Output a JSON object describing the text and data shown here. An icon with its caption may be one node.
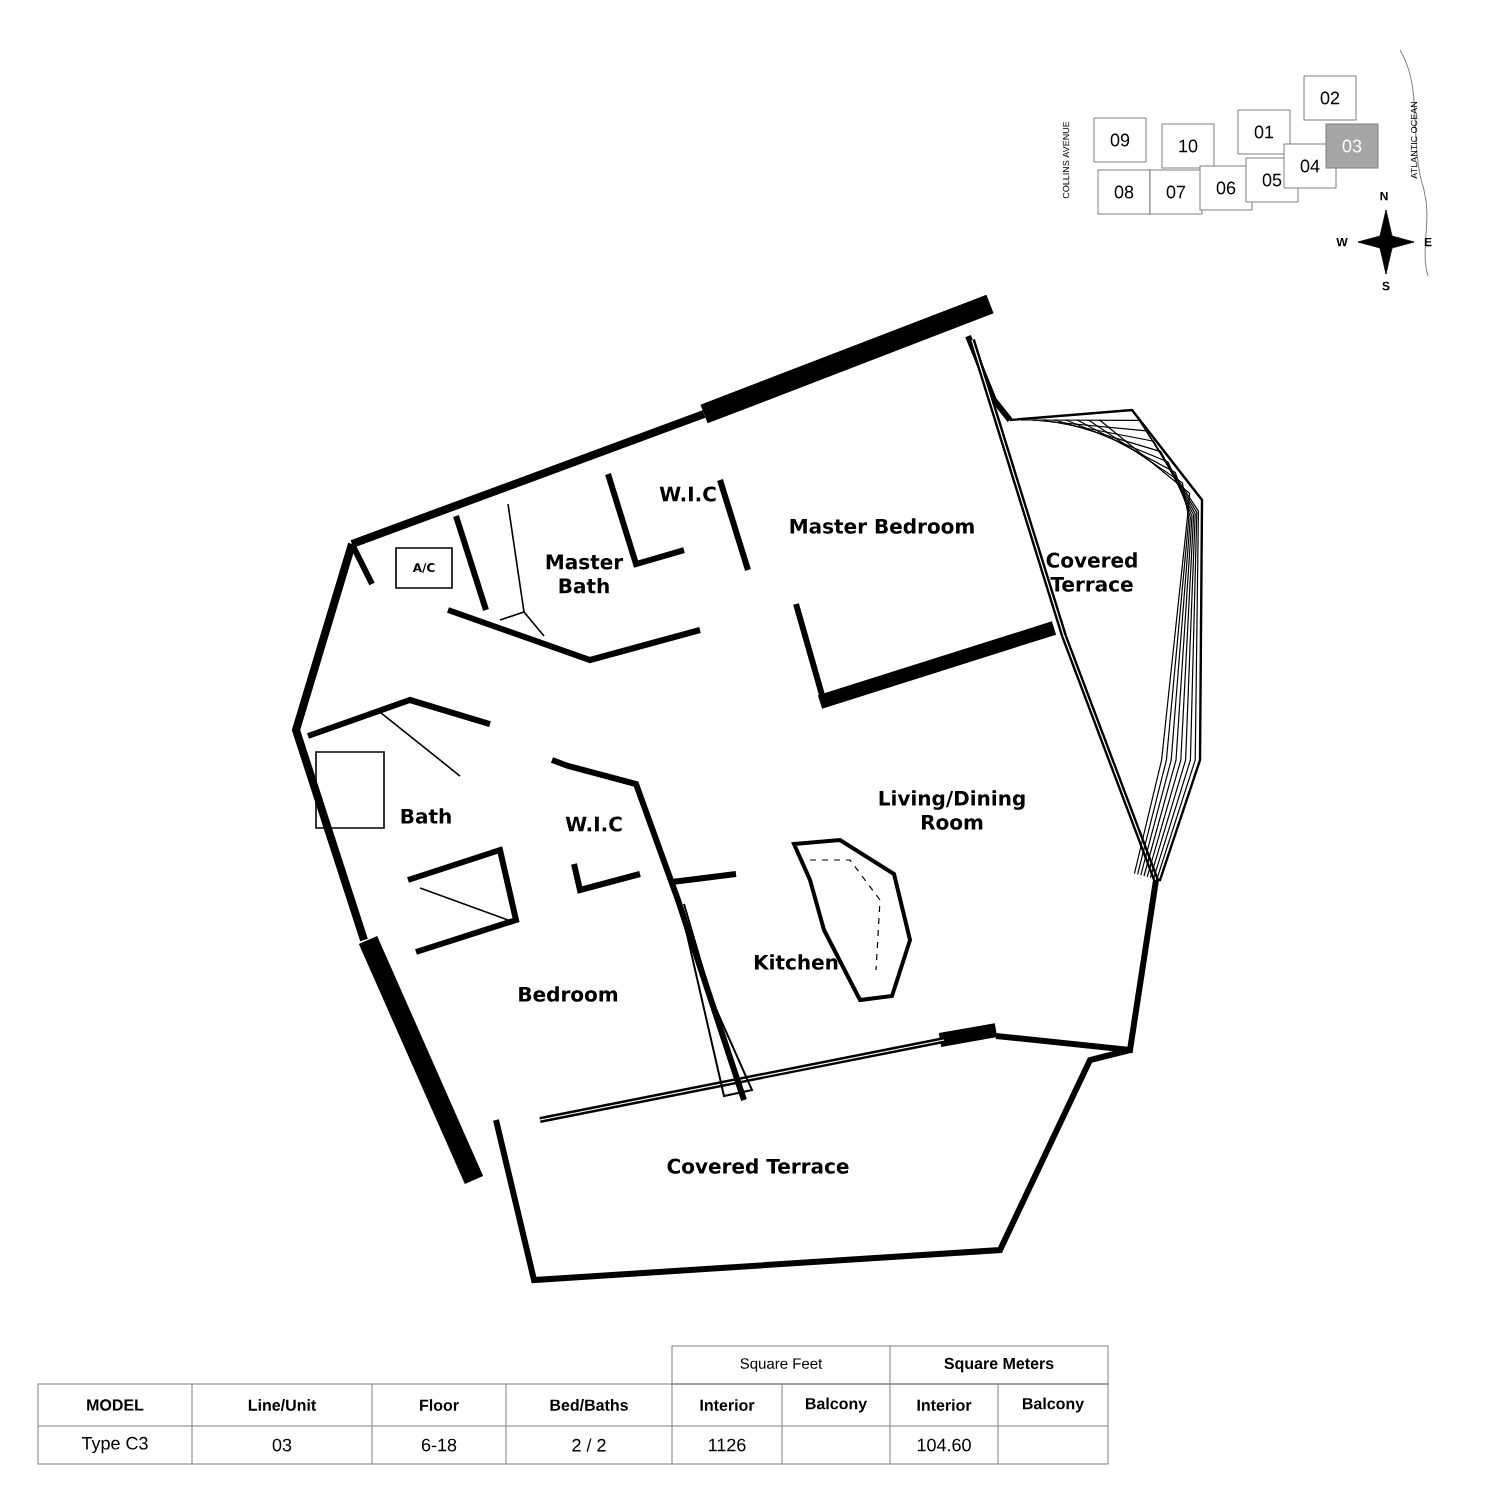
{
  "diagram": {
    "labels": [
      "Master Bedroom",
      "W.I.C",
      "Master Bath",
      "A/C",
      "Covered Terrace",
      "Living/Dining Room",
      "Bath",
      "W.I.C",
      "Kitchen",
      "Bedroom",
      "Covered Terrace",
      "09",
      "10",
      "01",
      "02",
      "08",
      "07",
      "06",
      "05",
      "04",
      "03",
      "COLLINS AVENUE",
      "ATLANTIC OCEAN",
      "N",
      "W",
      "E",
      "S",
      "Square Feet",
      "Square Meters",
      "MODEL",
      "Line/Unit",
      "Floor",
      "Bed/Baths",
      "Interior",
      "Balcony",
      "Interior",
      "Balcony",
      "Type C3",
      "03",
      "6-18",
      "2 / 2",
      "1126",
      "104.60"
    ]
  }
}
